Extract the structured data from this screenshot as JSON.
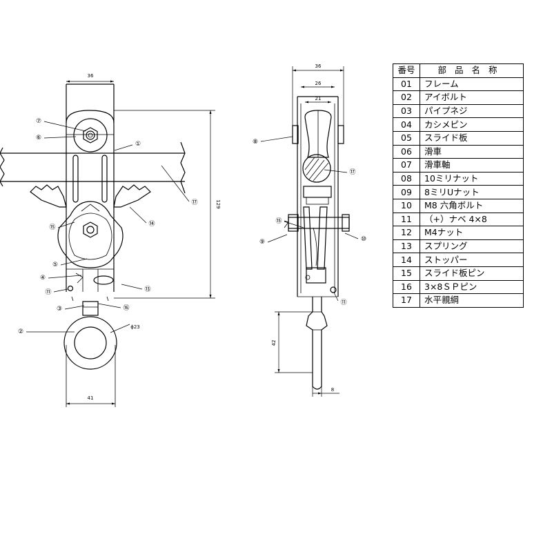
{
  "dimensions": {
    "front_top_width": "36",
    "front_height": "129",
    "front_eye_dia": "ϕ23",
    "front_bottom_width": "41",
    "side_top_width": "36",
    "side_width_mid": "26",
    "side_pulley_width": "21",
    "side_eye_length": "42",
    "side_rod_width": "8"
  },
  "callouts": {
    "front": [
      "⑦",
      "⑥",
      "①",
      "⑰",
      "⑮",
      "⑭",
      "⑤",
      "④",
      "⑪",
      "⑬",
      "③",
      "⑯",
      "②"
    ],
    "side": [
      "⑧",
      "⑰",
      "⑮",
      "⑨",
      "⑩",
      "⑪"
    ]
  },
  "table": {
    "header_no": "番号",
    "header_name": "部品名称",
    "rows": [
      {
        "no": "01",
        "name": "フレーム"
      },
      {
        "no": "02",
        "name": "アイボルト"
      },
      {
        "no": "03",
        "name": "パイプネジ"
      },
      {
        "no": "04",
        "name": "カシメピン"
      },
      {
        "no": "05",
        "name": "スライド板"
      },
      {
        "no": "06",
        "name": "滑車"
      },
      {
        "no": "07",
        "name": "滑車軸"
      },
      {
        "no": "08",
        "name": "10ミリナット"
      },
      {
        "no": "09",
        "name": "8ミリUナット"
      },
      {
        "no": "10",
        "name": "M8 六角ボルト"
      },
      {
        "no": "11",
        "name": "（+）ナベ 4×8"
      },
      {
        "no": "12",
        "name": "M4ナット"
      },
      {
        "no": "13",
        "name": "スプリング"
      },
      {
        "no": "14",
        "name": "ストッパー"
      },
      {
        "no": "15",
        "name": "スライド板ピン"
      },
      {
        "no": "16",
        "name": "3×8ＳＰピン"
      },
      {
        "no": "17",
        "name": "水平親綱"
      }
    ]
  }
}
